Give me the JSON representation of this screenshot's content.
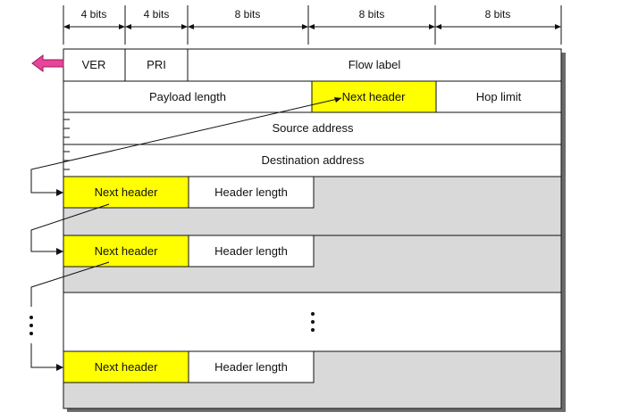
{
  "bit_widths": [
    "4 bits",
    "4 bits",
    "8 bits",
    "8 bits",
    "8 bits"
  ],
  "base_header": {
    "ver": "VER",
    "pri": "PRI",
    "flow_label": "Flow label",
    "payload_length": "Payload length",
    "next_header": "Next header",
    "hop_limit": "Hop limit",
    "source_address": "Source address",
    "destination_address": "Destination address"
  },
  "extension_headers": [
    {
      "next_header": "Next header",
      "header_length": "Header length"
    },
    {
      "next_header": "Next header",
      "header_length": "Header length"
    },
    {
      "next_header": "Next header",
      "header_length": "Header length"
    }
  ],
  "colors": {
    "highlight": "#ffff00",
    "extension_fill": "#d9d9d9",
    "arrow": "#e8449a"
  }
}
